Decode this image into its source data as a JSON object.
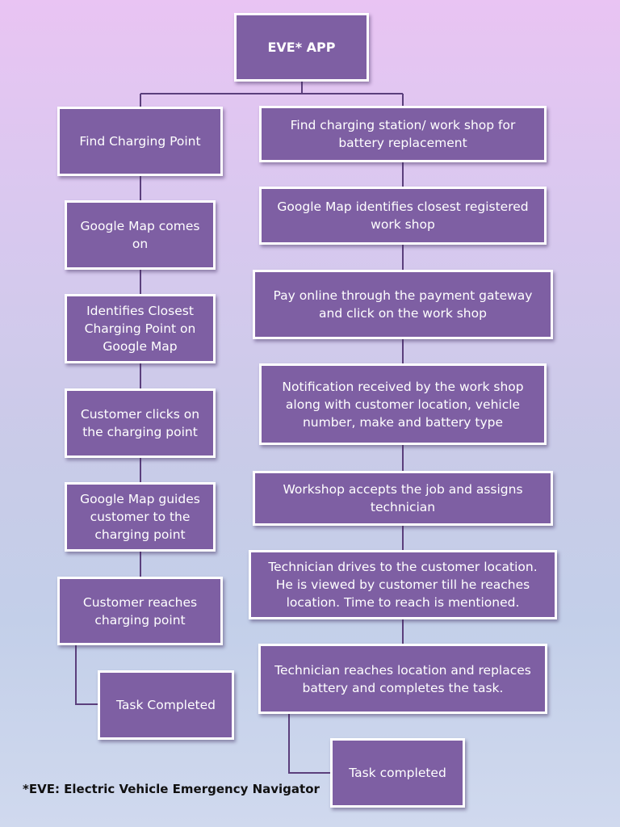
{
  "root": "EVE* APP",
  "left": [
    "Find Charging Point",
    "Google Map comes on",
    "Identifies Closest Charging Point on Google Map",
    "Customer clicks on the charging point",
    "Google Map guides customer to the charging point",
    "Customer reaches charging point",
    "Task Completed"
  ],
  "right": [
    "Find charging station/ work shop for battery replacement",
    "Google Map identifies closest registered work shop",
    "Pay online through the payment gateway and click on the work shop",
    "Notification received by the work shop along with customer location, vehicle number, make and battery type",
    "Workshop accepts the job and assigns technician",
    "Technician  drives to the customer location. He is viewed by customer till he reaches location. Time to reach is mentioned.",
    "Technician reaches location and replaces battery and completes the task.",
    "Task completed"
  ],
  "footnote": "*EVE: Electric Vehicle Emergency Navigator",
  "colors": {
    "box_fill": "#7e5fa3",
    "box_border": "#ffffff",
    "connector": "#5b3f7c"
  }
}
